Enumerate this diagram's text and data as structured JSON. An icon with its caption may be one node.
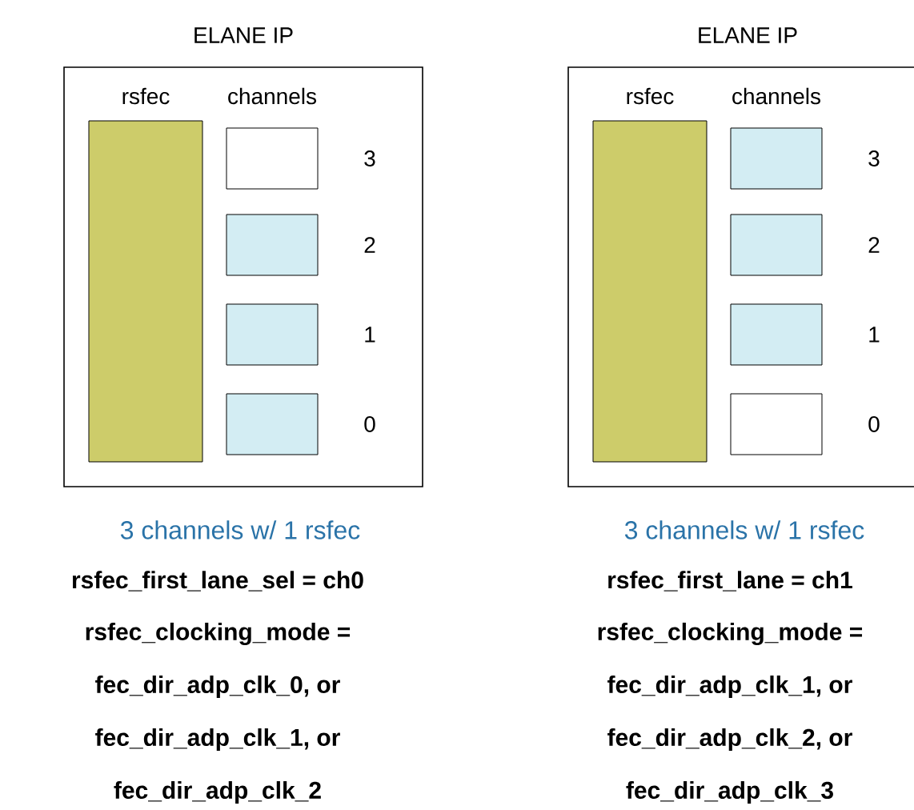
{
  "diagram": {
    "nodes": [
      {
        "text": [
          "ELANE IP"
        ],
        "beside": [
          "3 channels w/ 1 rsfec"
        ]
      },
      {
        "text": [
          "rsfec"
        ],
        "in": 0
      },
      {
        "text": [],
        "shape": "box",
        "in": 0,
        "beside": [
          "3"
        ]
      },
      {
        "text": [],
        "shape": "box",
        "in": 0,
        "beside": [
          "2"
        ]
      },
      {
        "text": [],
        "shape": "box",
        "in": 0,
        "beside": [
          "1"
        ]
      },
      {
        "text": [],
        "shape": "box",
        "in": 0,
        "beside": [
          "0"
        ]
      },
      {
        "text": [
          "ELANE IP"
        ],
        "beside": [
          "3 channels w/ 1 rsfec"
        ]
      },
      {
        "text": [
          "rsfec"
        ],
        "in": 6
      },
      {
        "text": [],
        "shape": "box",
        "in": 6,
        "beside": [
          "3"
        ]
      },
      {
        "text": [],
        "shape": "box",
        "in": 6,
        "beside": [
          "2"
        ]
      },
      {
        "text": [],
        "shape": "box",
        "in": 6,
        "beside": [
          "1"
        ]
      },
      {
        "text": [],
        "shape": "box",
        "in": 6,
        "beside": [
          "0"
        ]
      }
    ],
    "labels": [
      "channels",
      "channels",
      "rsfec_first_lane_sel = ch0",
      "rsfec_clocking_mode =",
      "fec_dir_adp_clk_0, or",
      "fec_dir_adp_clk_1, or",
      "fec_dir_adp_clk_2",
      "rsfec_first_lane = ch1",
      "rsfec_clocking_mode =",
      "fec_dir_adp_clk_1, or",
      "fec_dir_adp_clk_2, or",
      "fec_dir_adp_clk_3"
    ]
  }
}
